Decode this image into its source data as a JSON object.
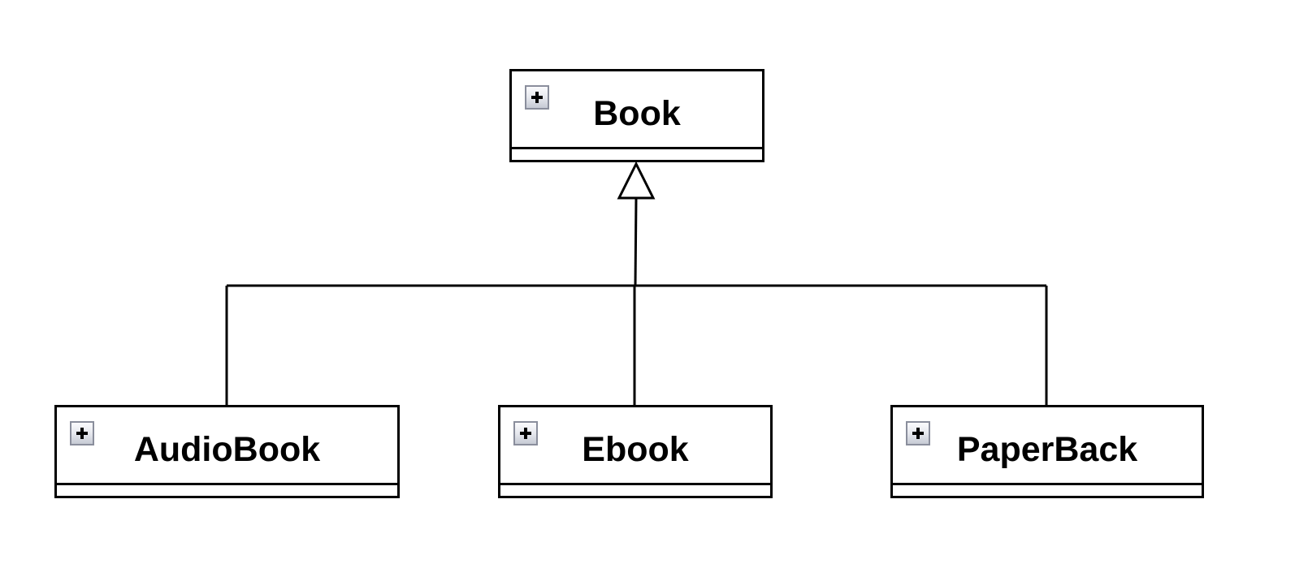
{
  "diagram": {
    "type": "uml-class-inheritance",
    "colors": {
      "stroke": "#000000",
      "background": "#ffffff",
      "toggle_border": "#8a8e9c",
      "toggle_fill": "#e6e8ee"
    },
    "relationship": "generalization",
    "parent": {
      "name": "Book",
      "toggle_icon": "plus-expand-icon"
    },
    "children": [
      {
        "name": "AudioBook",
        "toggle_icon": "plus-expand-icon"
      },
      {
        "name": "Ebook",
        "toggle_icon": "plus-expand-icon"
      },
      {
        "name": "PaperBack",
        "toggle_icon": "plus-expand-icon"
      }
    ]
  }
}
